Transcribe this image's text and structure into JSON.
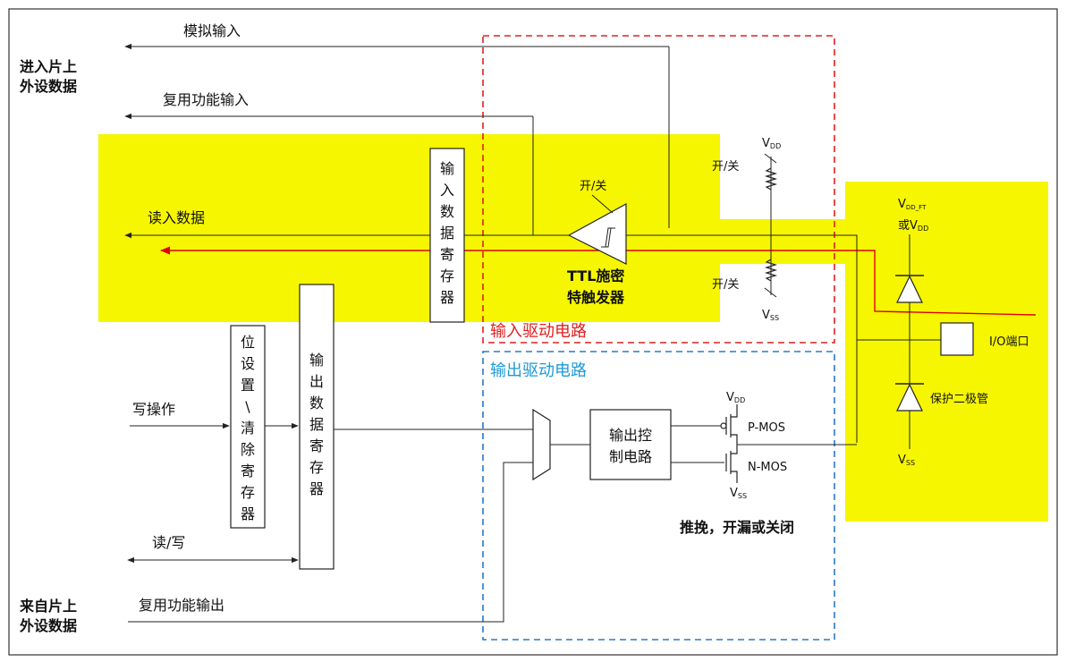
{
  "colors": {
    "highlight": "#f6f600",
    "input_box": "#e02020",
    "output_box": "#2a78c8",
    "input_title": "#e02020",
    "output_title": "#1e9ad6",
    "signal_red": "#e00000",
    "line": "#222222"
  },
  "labels": {
    "to_peripheral": [
      "进入片上",
      "外设数据"
    ],
    "from_peripheral": [
      "来自片上",
      "外设数据"
    ],
    "analog_in": "模拟输入",
    "alt_in": "复用功能输入",
    "read_in": "读入数据",
    "write_op": "写操作",
    "read_write": "读/写",
    "alt_out": "复用功能输出",
    "input_reg": [
      "输",
      "入",
      "数",
      "据",
      "寄",
      "存",
      "器"
    ],
    "output_reg": [
      "输",
      "出",
      "数",
      "据",
      "寄",
      "存",
      "器"
    ],
    "bit_reg": [
      "位",
      "设",
      "置",
      "\\",
      "清",
      "除",
      "寄",
      "存",
      "器"
    ],
    "on_off": "开/关",
    "on_off_top": "开/关",
    "on_off_bottom": "开/关",
    "ttl": [
      "TTL施密",
      "特触发器"
    ],
    "vdd_top": "V",
    "vdd_top_sub": "DD",
    "vss_mid": "V",
    "vss_mid_sub": "SS",
    "input_circuit": "输入驱动电路",
    "output_circuit": "输出驱动电路",
    "output_ctrl": [
      "输出控",
      "制电路"
    ],
    "vdd_pmos": "V",
    "vdd_pmos_sub": "DD",
    "vss_nmos": "V",
    "vss_nmos_sub": "SS",
    "pmos": "P-MOS",
    "nmos": "N-MOS",
    "push_pull": "推挽，开漏或关闭",
    "vdd_ft": "V",
    "vdd_ft_sub": "DD_FT",
    "or_vdd": "或V",
    "or_vdd_sub": "DD",
    "io_port": "I/O端口",
    "protect_diode": "保护二极管",
    "vss_right": "V",
    "vss_right_sub": "SS"
  }
}
